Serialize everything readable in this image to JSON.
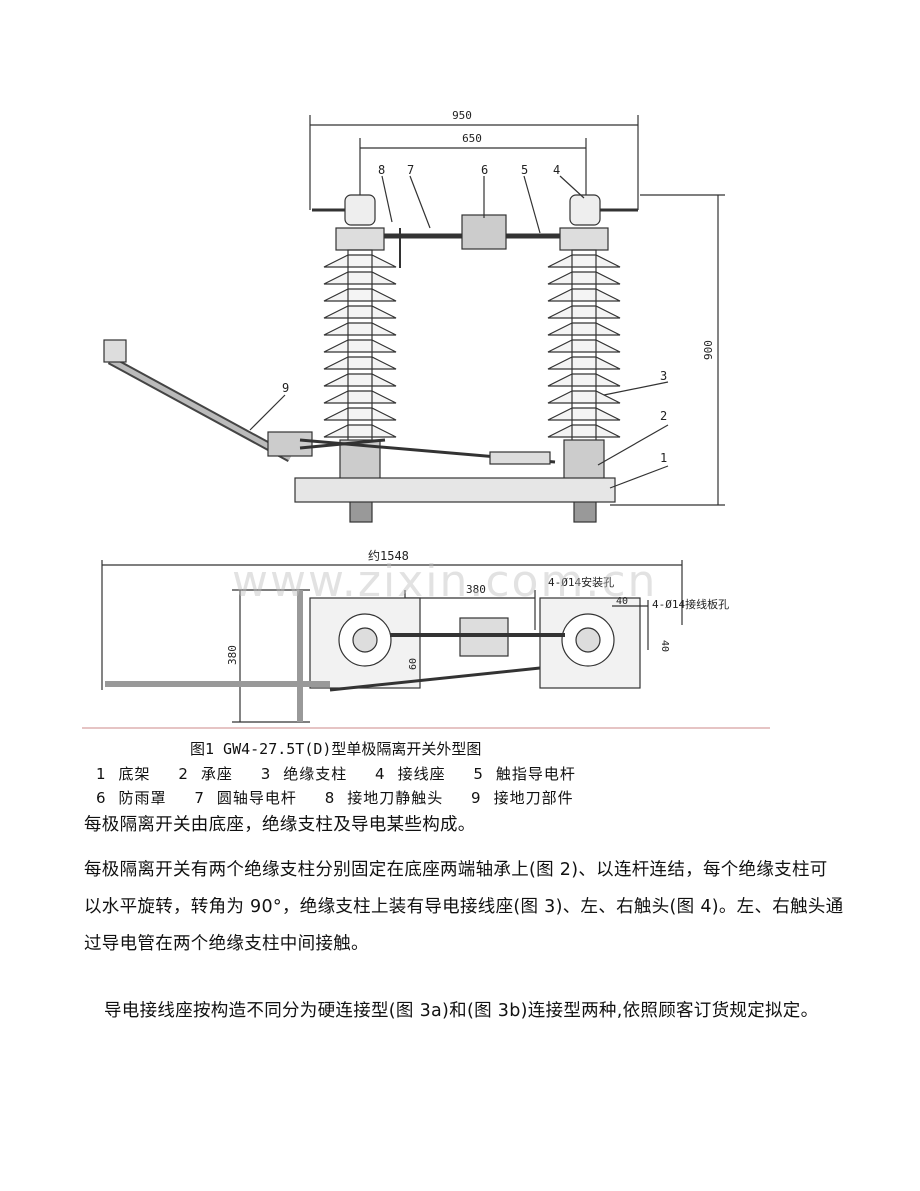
{
  "figure": {
    "dims": {
      "d950": "950",
      "d650": "650",
      "d900": "900",
      "d1548": "约1548",
      "d380h": "380",
      "d380v": "380",
      "d40a": "40",
      "d40b": "40",
      "d60": "60",
      "hole1": "4-Ø14安装孔",
      "hole2": "4-Ø14接线板孔"
    },
    "callouts": [
      "8",
      "7",
      "6",
      "5",
      "4",
      "3",
      "2",
      "1",
      "9"
    ],
    "caption": "图1  GW4-27.5T(D)型单极隔离开关外型图",
    "legend_row1": [
      {
        "num": "1",
        "label": "底架"
      },
      {
        "num": "2",
        "label": "承座"
      },
      {
        "num": "3",
        "label": "绝缘支柱"
      },
      {
        "num": "4",
        "label": "接线座"
      },
      {
        "num": "5",
        "label": "触指导电杆"
      }
    ],
    "legend_row2": [
      {
        "num": "6",
        "label": "防雨罩"
      },
      {
        "num": "7",
        "label": "圆轴导电杆"
      },
      {
        "num": "8",
        "label": "接地刀静触头"
      },
      {
        "num": "9",
        "label": "接地刀部件"
      }
    ],
    "watermark": "www.zixin.com.cn"
  },
  "paragraphs": [
    "每极隔离开关由底座，绝缘支柱及导电某些构成。",
    "每极隔离开关有两个绝缘支柱分别固定在底座两端轴承上(图 2)、以连杆连结，每个绝缘支柱可以水平旋转，转角为 90°，绝缘支柱上装有导电接线座(图 3)、左、右触头(图 4)。左、右触头通过导电管在两个绝缘支柱中间接触。",
    "导电接线座按构造不同分为硬连接型(图 3a)和(图 3b)连接型两种,依照顾客订货规定拟定。"
  ]
}
